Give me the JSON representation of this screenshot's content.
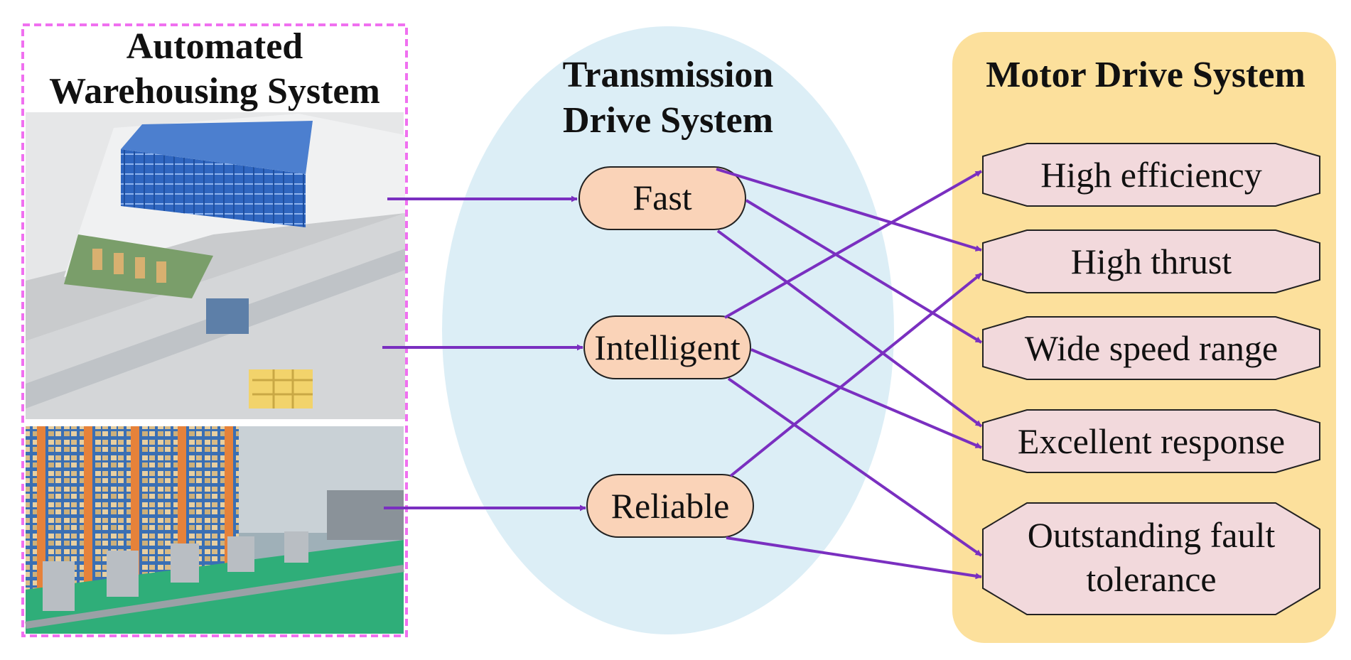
{
  "left_panel": {
    "title_lines": [
      "Automated",
      "Warehousing System"
    ]
  },
  "middle_panel": {
    "title_lines": [
      "Transmission",
      "Drive System"
    ],
    "nodes": [
      {
        "id": "fast",
        "label": "Fast"
      },
      {
        "id": "intelligent",
        "label": "Intelligent"
      },
      {
        "id": "reliable",
        "label": "Reliable"
      }
    ]
  },
  "right_panel": {
    "title": "Motor Drive System",
    "nodes": [
      {
        "id": "high-efficiency",
        "label_lines": [
          "High efficiency"
        ]
      },
      {
        "id": "high-thrust",
        "label_lines": [
          "High thrust"
        ]
      },
      {
        "id": "wide-speed-range",
        "label_lines": [
          "Wide speed range"
        ]
      },
      {
        "id": "excellent-response",
        "label_lines": [
          "Excellent response"
        ]
      },
      {
        "id": "fault-tolerance",
        "label_lines": [
          "Outstanding fault",
          "tolerance"
        ]
      }
    ]
  },
  "connections": [
    {
      "from": "fast",
      "to": "high-thrust"
    },
    {
      "from": "fast",
      "to": "wide-speed-range"
    },
    {
      "from": "fast",
      "to": "excellent-response"
    },
    {
      "from": "intelligent",
      "to": "high-efficiency"
    },
    {
      "from": "intelligent",
      "to": "excellent-response"
    },
    {
      "from": "intelligent",
      "to": "fault-tolerance"
    },
    {
      "from": "reliable",
      "to": "high-thrust"
    },
    {
      "from": "reliable",
      "to": "fault-tolerance"
    }
  ],
  "colors": {
    "arrow": "#7a2fc0",
    "left_border": "#f070f0",
    "middle_ellipse": "#dceef6",
    "middle_node": "#fad3b8",
    "right_panel": "#fce09c",
    "right_node": "#f2d9dc"
  }
}
